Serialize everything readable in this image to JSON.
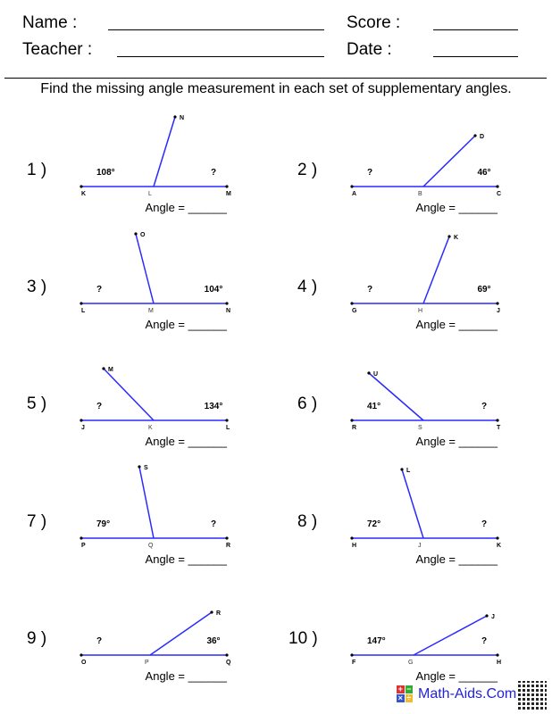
{
  "header": {
    "name_label": "Name :",
    "teacher_label": "Teacher :",
    "score_label": "Score :",
    "date_label": "Date :"
  },
  "instructions": "Find the missing angle measurement in each set of supplementary angles.",
  "answer_label": "Angle = ______",
  "problems": [
    {
      "number": "1 )",
      "points": [
        "K",
        "L",
        "M",
        "N"
      ],
      "left_angle": "108°",
      "right_angle": "?"
    },
    {
      "number": "2 )",
      "points": [
        "A",
        "B",
        "C",
        "D"
      ],
      "left_angle": "?",
      "right_angle": "46°"
    },
    {
      "number": "3 )",
      "points": [
        "L",
        "M",
        "N",
        "O"
      ],
      "left_angle": "?",
      "right_angle": "104°"
    },
    {
      "number": "4 )",
      "points": [
        "G",
        "H",
        "J",
        "K"
      ],
      "left_angle": "?",
      "right_angle": "69°"
    },
    {
      "number": "5 )",
      "points": [
        "J",
        "K",
        "L",
        "M"
      ],
      "left_angle": "?",
      "right_angle": "134°"
    },
    {
      "number": "6 )",
      "points": [
        "R",
        "S",
        "T",
        "U"
      ],
      "left_angle": "41°",
      "right_angle": "?"
    },
    {
      "number": "7 )",
      "points": [
        "P",
        "Q",
        "R",
        "S"
      ],
      "left_angle": "79°",
      "right_angle": "?"
    },
    {
      "number": "8 )",
      "points": [
        "H",
        "J",
        "K",
        "L"
      ],
      "left_angle": "72°",
      "right_angle": "?"
    },
    {
      "number": "9 )",
      "points": [
        "O",
        "P",
        "Q",
        "R"
      ],
      "left_angle": "?",
      "right_angle": "36°"
    },
    {
      "number": "10 )",
      "points": [
        "F",
        "G",
        "H",
        "J"
      ],
      "left_angle": "147°",
      "right_angle": "?"
    }
  ],
  "footer": {
    "brand": "Math-Aids.Com",
    "logo_symbols": [
      "+",
      "−",
      "×",
      "÷"
    ]
  },
  "colors": {
    "line": "#2a2aff"
  }
}
